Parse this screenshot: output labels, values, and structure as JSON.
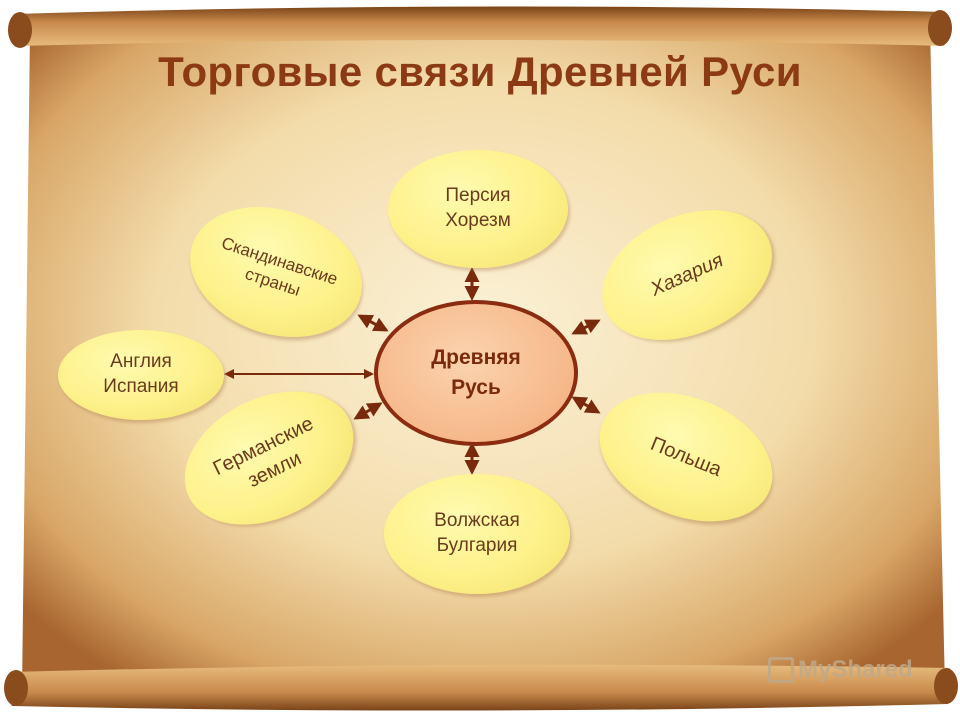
{
  "title": "Торговые связи Древней Руси",
  "center": {
    "label": "Древняя\nРусь"
  },
  "partners": [
    {
      "id": "persia",
      "label": "Персия\nХорезм"
    },
    {
      "id": "khazaria",
      "label": "Хазария"
    },
    {
      "id": "poland",
      "label": "Польша"
    },
    {
      "id": "volga-bulgaria",
      "label": "Волжская\nБулгария"
    },
    {
      "id": "german-lands",
      "label": "Германские\nземли"
    },
    {
      "id": "england-spain",
      "label": "Англия\nИспания"
    },
    {
      "id": "scandinavia",
      "label": "Скандинавские\nстраны"
    }
  ],
  "watermark": "MyShared",
  "colors": {
    "title": "#8b3a14",
    "node_fill": "#fdf18a",
    "center_fill": "#f6b889",
    "center_border": "#8b2c10",
    "arrow": "#7a2a0c",
    "parchment": "#f3dcaa"
  }
}
